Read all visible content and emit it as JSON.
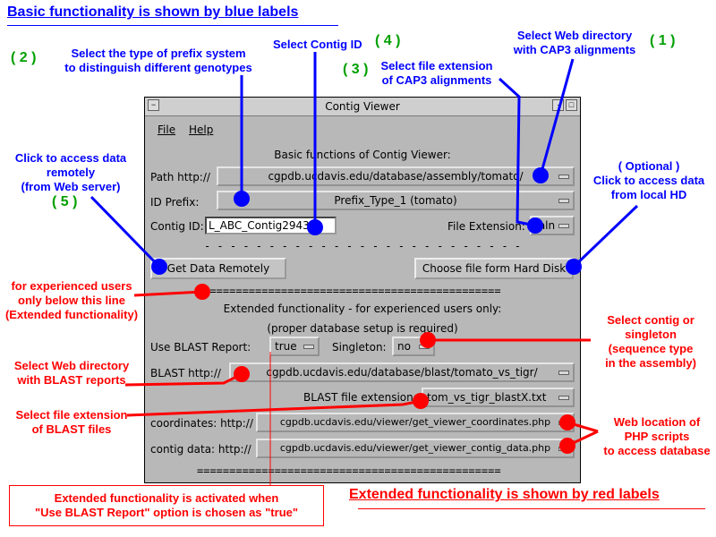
{
  "headings": {
    "blue_heading": "Basic functionality is shown by blue labels",
    "red_heading": "Extended functionality is shown by red labels"
  },
  "annotations": {
    "n2": "( 2 )",
    "prefix_note": [
      "Select the type of prefix system",
      "to distinguish different genotypes"
    ],
    "n4": "( 4 )",
    "contig_note": "Select Contig ID",
    "n3": "( 3 )",
    "ext_note": [
      "Select file extension",
      "of CAP3 alignments"
    ],
    "web_note": [
      "Select Web directory",
      "with CAP3 alignments"
    ],
    "n1": "( 1 )",
    "remote_note": [
      "Click to access data",
      "remotely",
      "(from Web server)"
    ],
    "n5": "( 5 )",
    "optional_note": [
      "( Optional )",
      "Click to access data",
      "from local HD"
    ],
    "experienced_note": [
      "for experienced users",
      "only below this line",
      "(Extended functionality)"
    ],
    "singleton_note": [
      "Select contig or",
      "singleton",
      "(sequence type",
      "in the assembly)"
    ],
    "blast_dir_note": [
      "Select Web directory",
      "with BLAST reports"
    ],
    "blast_ext_note": [
      "Select file extension",
      "of BLAST files"
    ],
    "php_note": [
      "Web location of",
      "PHP scripts",
      "to access database"
    ],
    "activated_note": [
      "Extended functionality is activated when",
      "\"Use BLAST Report\" option is chosen as \"true\""
    ]
  },
  "window": {
    "title": "Contig Viewer",
    "menu": [
      "File",
      "Help"
    ],
    "basic_header": "Basic functions of Contig Viewer:",
    "path_label": "Path http://",
    "path_value": "cgpdb.ucdavis.edu/database/assembly/tomato/",
    "prefix_label": "ID Prefix:",
    "prefix_value": "Prefix_Type_1 (tomato)",
    "contig_label": "Contig ID:",
    "contig_value": "L_ABC_Contig2943",
    "ext_label": "File Extension:",
    "ext_value": ".aln",
    "dash_separator": "- - - - - - - - - - - - - - - - - - - - - - - - -",
    "get_remote_button": "Get Data Remotely",
    "choose_file_button": "Choose file form Hard Disk",
    "eq_separator": "===============================================",
    "extended_header": "Extended functionality - for experienced users only:",
    "extended_sub": "(proper database setup is required)",
    "use_blast_label": "Use BLAST Report:",
    "use_blast_value": "true",
    "singleton_label": "Singleton:",
    "singleton_value": "no",
    "blast_path_label": "BLAST http://",
    "blast_path_value": "cgpdb.ucdavis.edu/database/blast/tomato_vs_tigr/",
    "blast_ext_label": "BLAST file extension:",
    "blast_ext_value": "tom_vs_tigr_blastX.txt",
    "coord_label": "coordinates: http://",
    "coord_value": "cgpdb.ucdavis.edu/viewer/get_viewer_coordinates.php",
    "contigdata_label": "contig data: http://",
    "contigdata_value": "cgpdb.ucdavis.edu/viewer/get_viewer_contig_data.php"
  },
  "colors": {
    "blue": "#0000ff",
    "red": "#ff0000",
    "green": "#00a000",
    "window_bg": "#b8b8b8"
  }
}
